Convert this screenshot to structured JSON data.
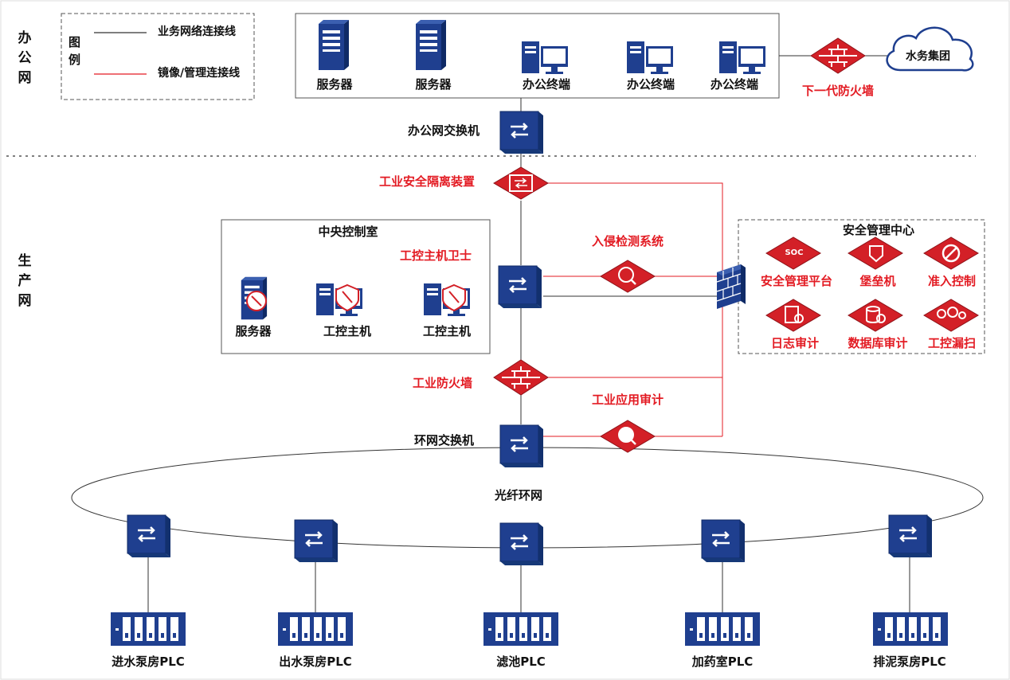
{
  "zones": {
    "office": "办公网",
    "production": "生产网"
  },
  "legend": {
    "title": "图例",
    "business_line": "业务网络连接线",
    "mirror_line": "镜像/管理连接线"
  },
  "office": {
    "server1": "服务器",
    "server2": "服务器",
    "terminal1": "办公终端",
    "terminal2": "办公终端",
    "terminal3": "办公终端",
    "nextgen_firewall": "下一代防火墙",
    "cloud": "水务集团",
    "switch": "办公网交换机"
  },
  "production": {
    "isolation": "工业安全隔离装置",
    "control_room": {
      "title": "中央控制室",
      "guard": "工控主机卫士",
      "server": "服务器",
      "host1": "工控主机",
      "host2": "工控主机"
    },
    "ids": "入侵检测系统",
    "industrial_firewall": "工业防火墙",
    "app_audit": "工业应用审计",
    "ring_switch": "环网交换机",
    "fiber_ring": "光纤环网"
  },
  "security_center": {
    "title": "安全管理中心",
    "soc_icon_text": "SOC",
    "items": [
      "安全管理平台",
      "堡垒机",
      "准入控制",
      "日志审计",
      "数据库审计",
      "工控漏扫"
    ]
  },
  "plcs": [
    "进水泵房PLC",
    "出水泵房PLC",
    "滤池PLC",
    "加药室PLC",
    "排泥泵房PLC"
  ],
  "colors": {
    "device_blue": "#1f3f8f",
    "accent_red": "#e31b23",
    "line_black": "#333333"
  }
}
